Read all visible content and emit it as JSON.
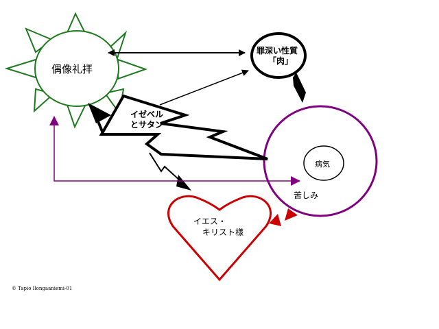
{
  "nodes": {
    "idolatry": {
      "label": "偶像礼拝",
      "color": "#1f7a1f"
    },
    "sinful_nature_line1": "罪深い性質",
    "sinful_nature_line2": "「肉」",
    "jezebel_line1": "イゼベル",
    "jezebel_line2": "とサタン",
    "illness": "病気",
    "suffering": "苦しみ",
    "jesus_line1": "イエス・",
    "jesus_line2": "キリスト様"
  },
  "colors": {
    "sun_green": "#1f7a1f",
    "purple": "#800080",
    "heart_red": "#cc0000",
    "black": "#000000"
  },
  "copyright": "© Tapio Ilongaaniemi-01"
}
